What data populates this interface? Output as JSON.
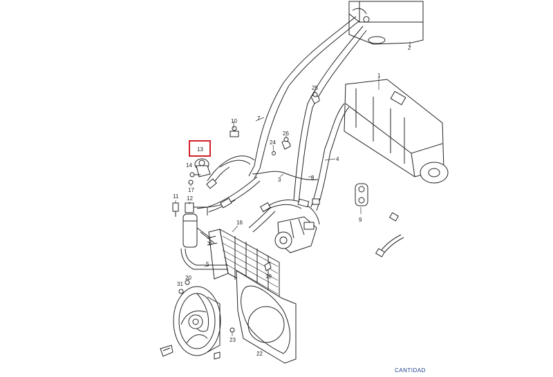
{
  "labels": {
    "p1": "1",
    "p2": "2",
    "p3": "3",
    "p4": "4",
    "p5": "5",
    "p6": "6",
    "p7": "7",
    "p8": "8",
    "p9": "9",
    "p10": "10",
    "p11": "11",
    "p12": "12",
    "p13": "13",
    "p14": "14",
    "p16": "16",
    "p17": "17",
    "p19": "19",
    "p20": "20",
    "p22": "22",
    "p23": "23",
    "p24": "24",
    "p25": "25",
    "p26": "26",
    "p31": "31"
  },
  "highlight": {
    "part": "13",
    "color": "#d21e28"
  },
  "footer": {
    "text": "CANTIDAD"
  }
}
